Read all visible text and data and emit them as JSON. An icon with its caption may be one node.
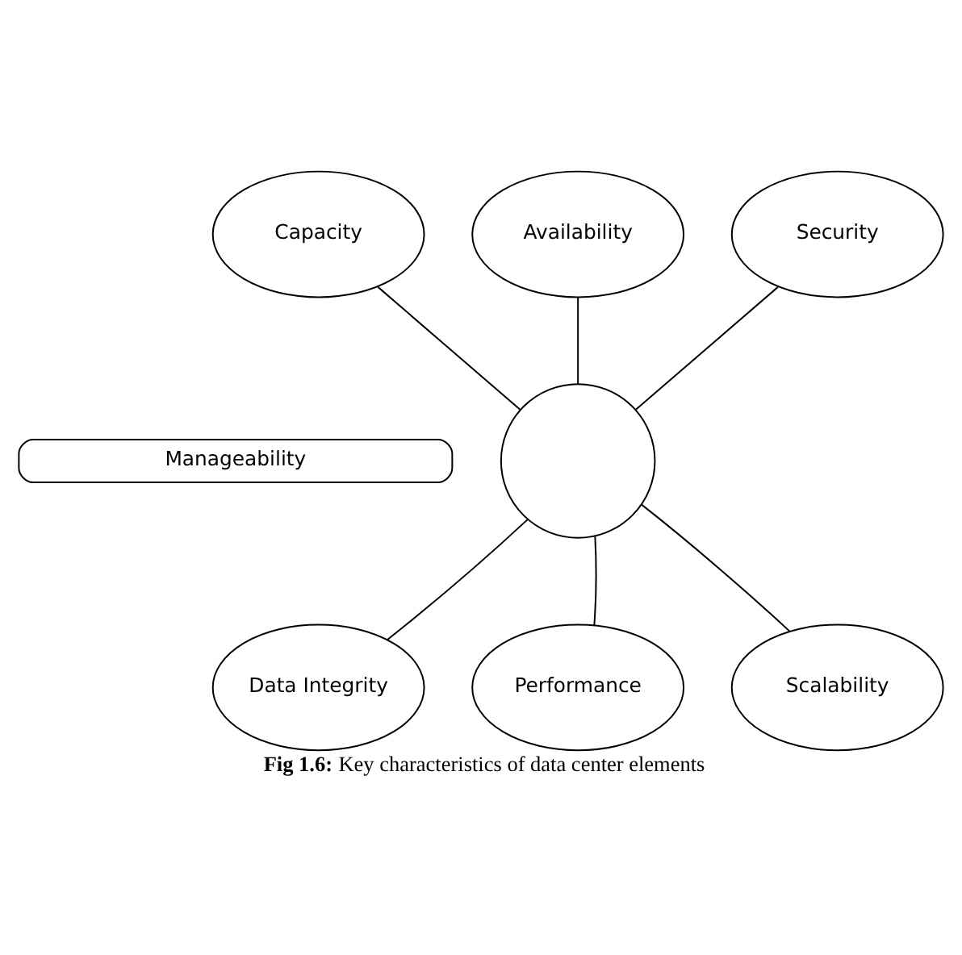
{
  "diagram": {
    "caption": "**Fig 1.6:** Key characteristics of data center elements",
    "nodes": [
      {
        "text": [
          "Availability"
        ]
      },
      {
        "text": [
          "Capacity"
        ]
      },
      {
        "text": [
          "Security"
        ]
      },
      {
        "text": [],
        "shape": "circle"
      },
      {
        "text": [
          "Manageability"
        ]
      },
      {
        "text": [
          "Data Integrity"
        ]
      },
      {
        "text": [
          "Scalability"
        ]
      },
      {
        "text": [
          "Performance"
        ]
      }
    ],
    "edges": [
      {
        "from": 0,
        "to": 3,
        "arrow": "none"
      },
      {
        "from": 1,
        "to": 3,
        "arrow": "none"
      },
      {
        "from": 2,
        "to": 3,
        "arrow": "none"
      },
      {
        "from": 5,
        "to": 3,
        "arrow": "none"
      },
      {
        "from": 6,
        "to": 3,
        "arrow": "none"
      },
      {
        "from": 7,
        "to": 3,
        "arrow": "none"
      }
    ]
  }
}
